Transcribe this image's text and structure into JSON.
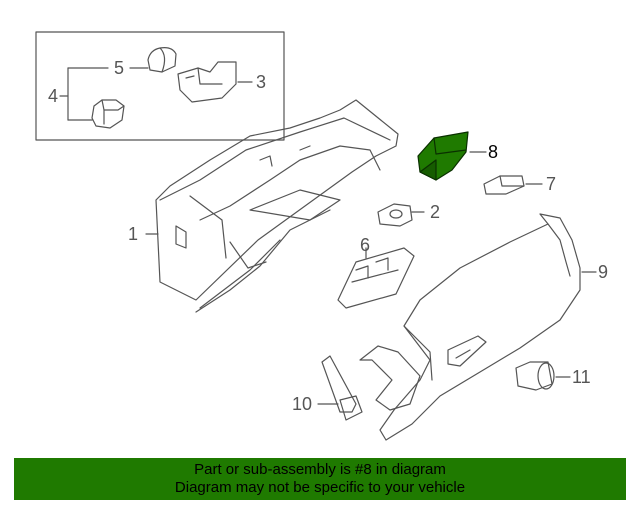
{
  "callouts": {
    "c1": "1",
    "c2": "2",
    "c3": "3",
    "c4": "4",
    "c5": "5",
    "c6": "6",
    "c7": "7",
    "c8": "8",
    "c9": "9",
    "c10": "10",
    "c11": "11"
  },
  "banner": {
    "line1": "Part or sub-assembly is #8 in diagram",
    "line2": "Diagram may not be specific to your vehicle"
  },
  "colors": {
    "highlight": "#1f7a00",
    "banner_bg": "#1f7a00",
    "line_art": "#555555"
  }
}
